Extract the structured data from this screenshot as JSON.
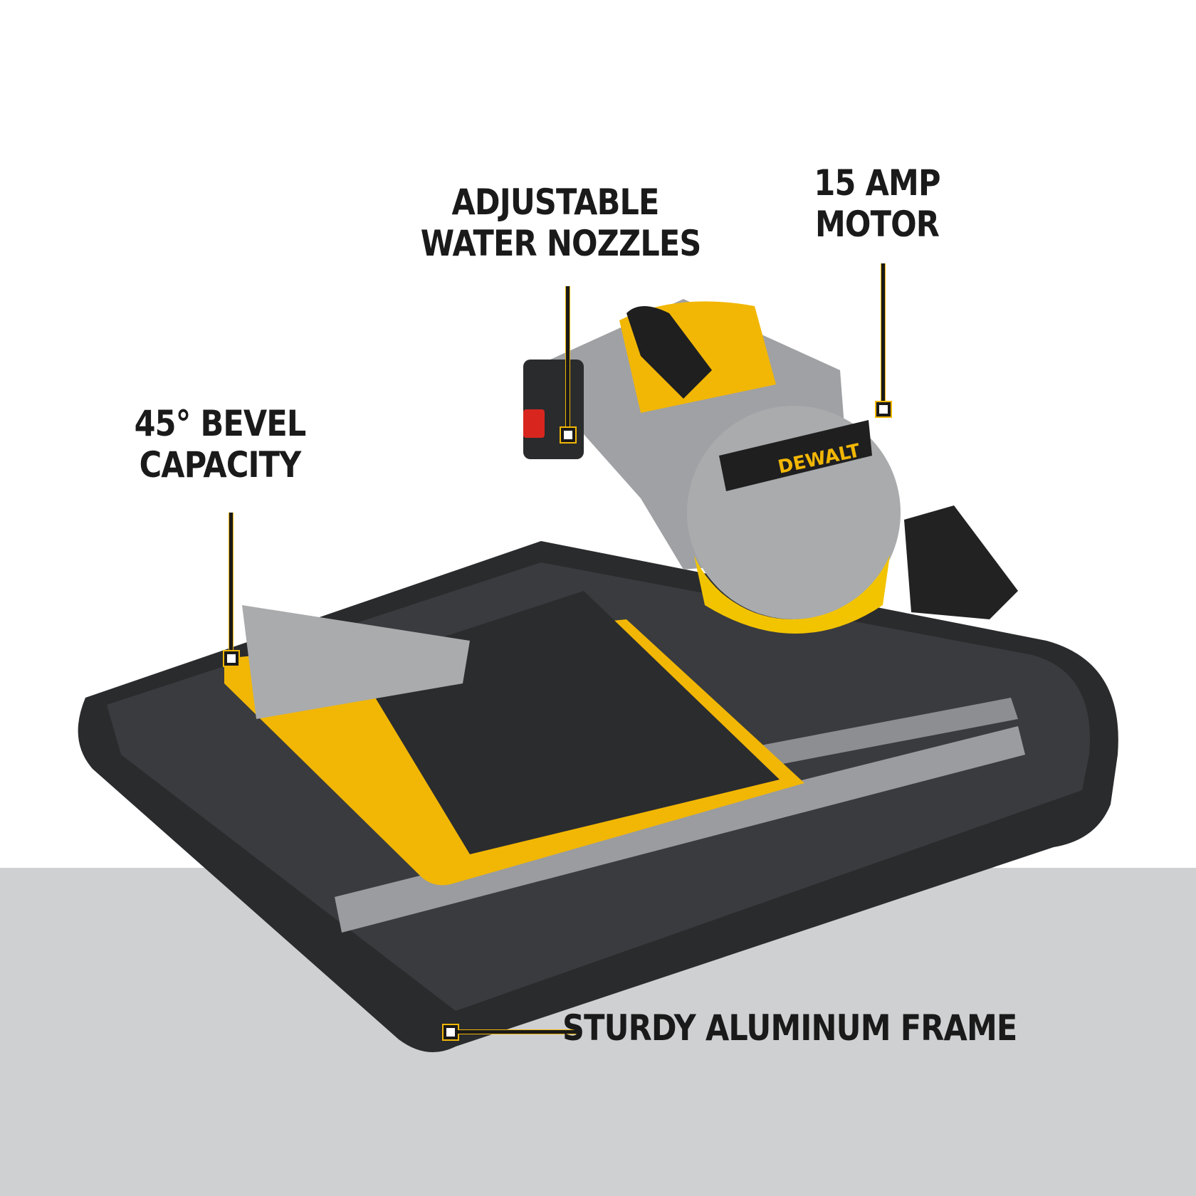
{
  "callouts": {
    "water_nozzles": {
      "line1": "ADJUSTABLE",
      "line2": "WATER NOZZLES"
    },
    "motor": {
      "line1": "15 AMP",
      "line2": "MOTOR"
    },
    "bevel": {
      "line1": "45° BEVEL",
      "line2": "CAPACITY"
    },
    "frame": {
      "text": "STURDY ALUMINUM FRAME"
    }
  },
  "product": {
    "brand": "DEWALT"
  },
  "colors": {
    "brand_yellow": "#f2b705",
    "dark": "#1a1a1a",
    "floor": "#cfd0d1",
    "metal": "#a9abad"
  }
}
